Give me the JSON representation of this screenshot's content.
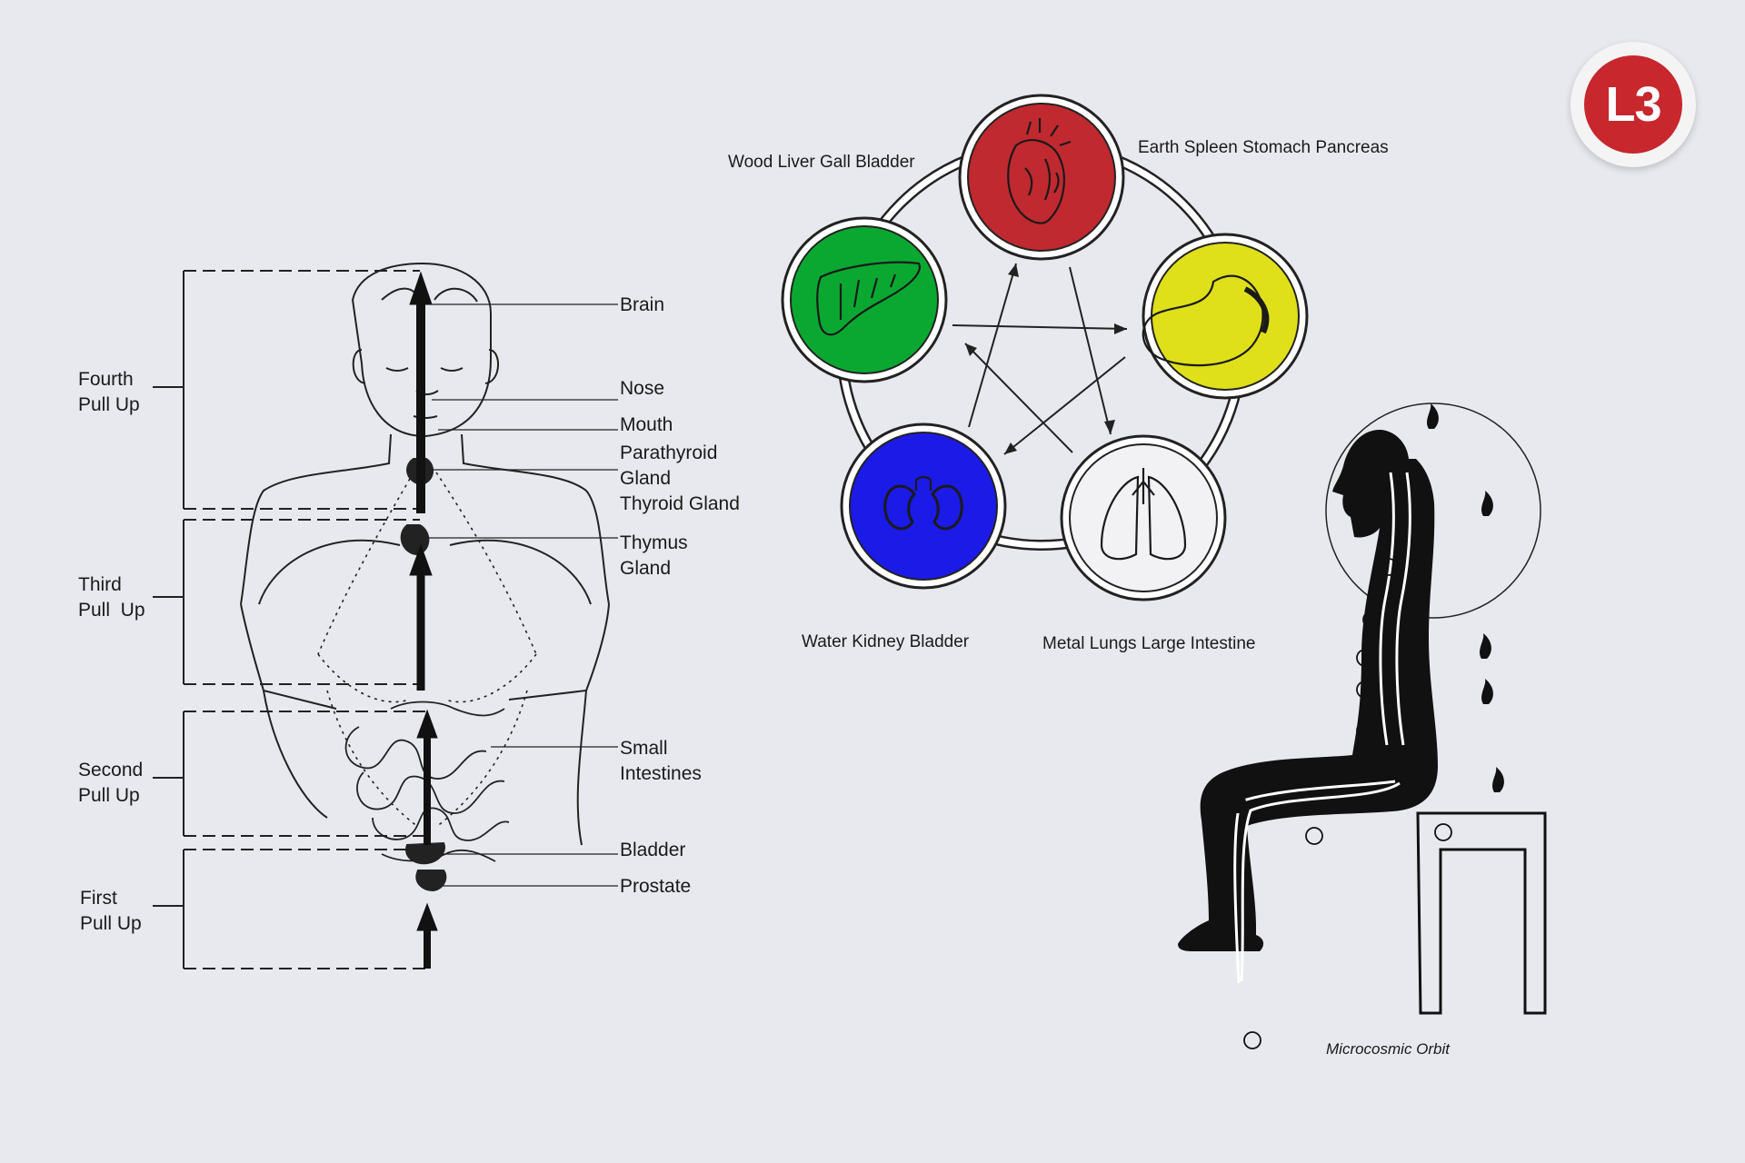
{
  "badge": {
    "text": "L3",
    "color": "#c7272d"
  },
  "pull_ups": [
    {
      "line1": "Fourth",
      "line2": "Pull Up"
    },
    {
      "line1": "Third",
      "line2": "Pull  Up"
    },
    {
      "line1": "Second",
      "line2": "Pull Up"
    },
    {
      "line1": "First",
      "line2": "Pull Up"
    }
  ],
  "organ_labels": [
    {
      "line1": "Brain"
    },
    {
      "line1": "Nose"
    },
    {
      "line1": "Mouth"
    },
    {
      "line1": "Parathyroid",
      "line2": "Gland"
    },
    {
      "line1": "Thyroid Gland"
    },
    {
      "line1": "Thymus",
      "line2": "Gland"
    },
    {
      "line1": "Small",
      "line2": "Intestines"
    },
    {
      "line1": "Bladder"
    },
    {
      "line1": "Prostate"
    }
  ],
  "five_elements": [
    {
      "label": "Earth Spleen Stomach Pancreas",
      "color": "#c0292f",
      "icon": "heart-icon"
    },
    {
      "label": "Wood Liver Gall Bladder",
      "color": "#0aa830",
      "icon": "liver-icon"
    },
    {
      "label": "Water Kidney Bladder",
      "color": "#1b1ae6",
      "icon": "kidney-icon"
    },
    {
      "label": "Metal Lungs Large Intestine",
      "color": "#f2f2f5",
      "icon": "lungs-icon"
    },
    {
      "label": "",
      "color": "#dfe01a",
      "icon": "stomach-icon"
    }
  ],
  "orbit_caption": "Microcosmic Orbit"
}
